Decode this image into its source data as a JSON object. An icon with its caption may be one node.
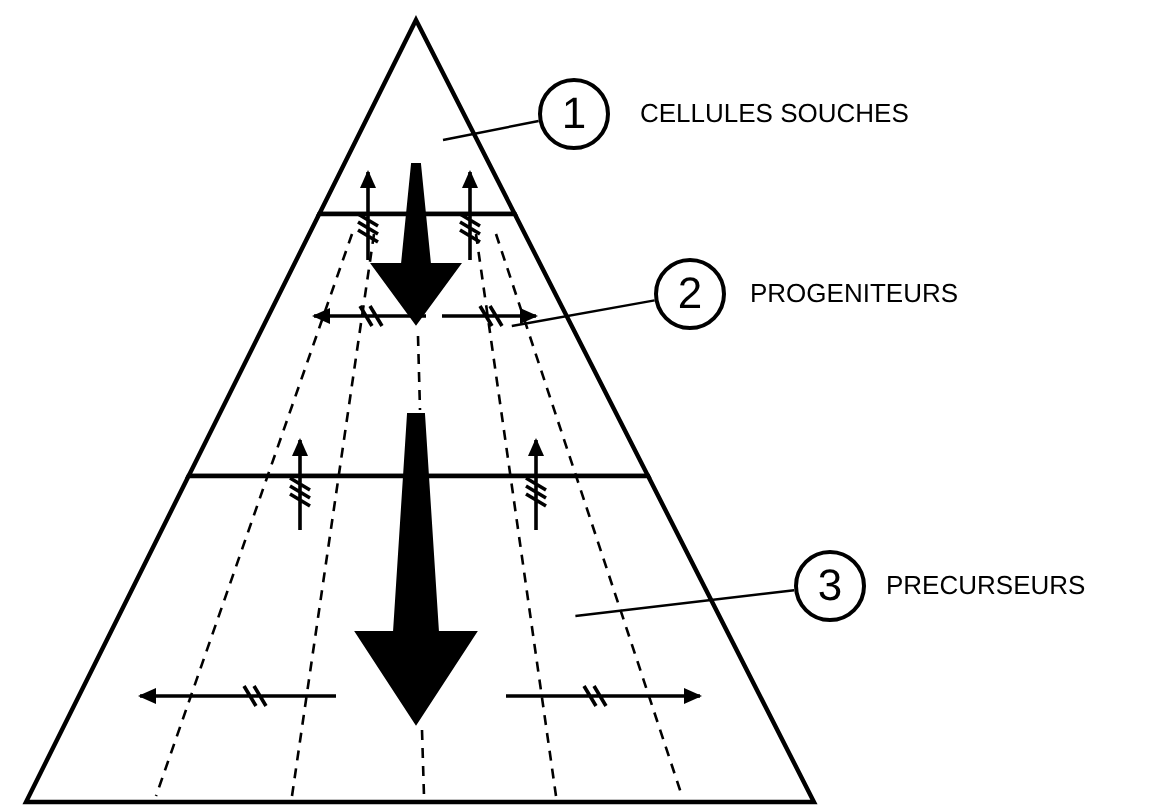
{
  "diagram": {
    "nodes": [
      {
        "text": [],
        "shape": "triangle"
      },
      {
        "text": [
          "1"
        ],
        "beside": [
          "CELLULES SOUCHES"
        ]
      },
      {
        "text": [],
        "shape": "trapezoid"
      },
      {
        "text": [
          "2"
        ],
        "beside": [
          "PROGENITEURS"
        ]
      },
      {
        "text": [],
        "shape": "trapezoid"
      },
      {
        "text": [
          "3"
        ],
        "beside": [
          "PRECURSEURS"
        ]
      }
    ],
    "edges": [
      {
        "from": 1,
        "to": 0,
        "arrow": "none"
      },
      {
        "from": 0,
        "to": 2,
        "arrow": "to",
        "style": "thick"
      },
      {
        "from": 2,
        "to": 0,
        "arrow": "to"
      },
      {
        "from": 2,
        "to": 0,
        "arrow": "to"
      },
      {
        "from": 3,
        "to": 2,
        "arrow": "none"
      },
      {
        "from": 2,
        "to": 4,
        "arrow": "to",
        "style": "thick"
      },
      {
        "from": 4,
        "to": 2,
        "arrow": "to"
      },
      {
        "from": 4,
        "to": 2,
        "arrow": "to"
      },
      {
        "from": 5,
        "to": 4,
        "arrow": "none"
      }
    ]
  }
}
